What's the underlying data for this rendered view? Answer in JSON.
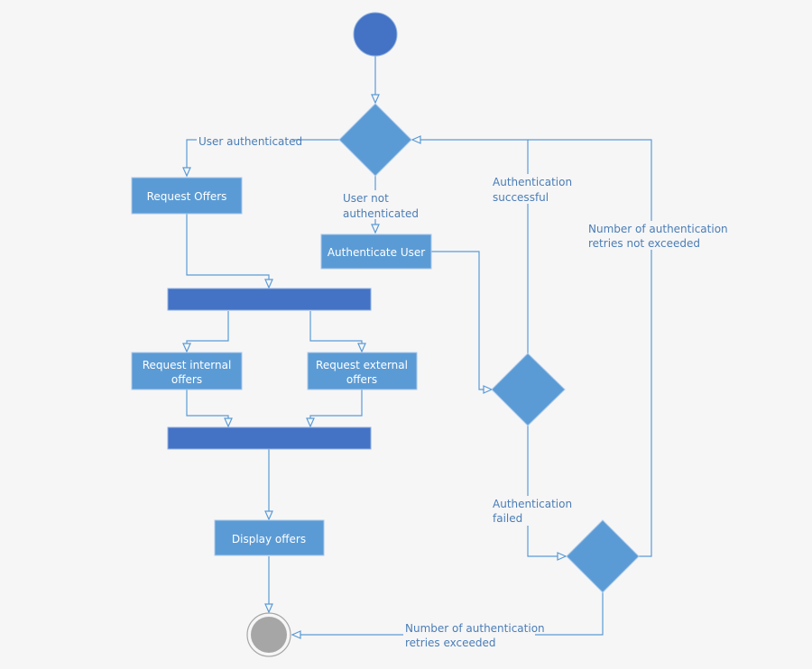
{
  "colors": {
    "background": "#f6f6f7",
    "node_fill": "#5b9bd5",
    "bar_fill": "#4472c4",
    "start_fill": "#4472c4",
    "end_fill": "#a6a6a6",
    "connector": "#5b9bd5",
    "label_text": "#4a7db5"
  },
  "nodes": {
    "request_offers": "Request Offers",
    "authenticate_user": "Authenticate User",
    "request_internal": [
      "Request internal",
      "offers"
    ],
    "request_external": [
      "Request external",
      "offers"
    ],
    "display_offers": "Display offers"
  },
  "edge_labels": {
    "user_authenticated": "User authenticated",
    "user_not_authenticated": [
      "User not",
      "authenticated"
    ],
    "authentication_successful": [
      "Authentication",
      "successful"
    ],
    "retries_not_exceeded": [
      "Number of authentication",
      "retries not exceeded"
    ],
    "authentication_failed": [
      "Authentication",
      "failed"
    ],
    "retries_exceeded": [
      "Number of authentication",
      "retries exceeded"
    ]
  }
}
